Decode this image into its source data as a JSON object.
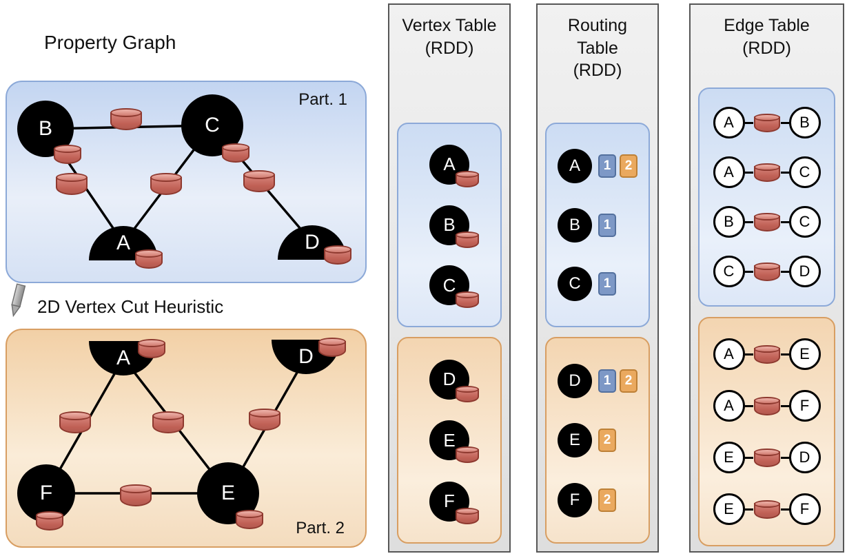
{
  "titles": {
    "property_graph": "Property Graph",
    "heuristic": "2D Vertex Cut Heuristic",
    "vertex_table_line1": "Vertex Table",
    "vertex_table_line2": "(RDD)",
    "routing_table_line1": "Routing",
    "routing_table_line2": "Table",
    "routing_table_line3": "(RDD)",
    "edge_table_line1": "Edge Table",
    "edge_table_line2": "(RDD)"
  },
  "partitions": {
    "part1_label": "Part. 1",
    "part2_label": "Part. 2"
  },
  "property_graph": {
    "part1": {
      "vertices": [
        "B",
        "C",
        "A",
        "D"
      ],
      "cut_vertices": [
        "A",
        "D"
      ],
      "edges": [
        [
          "B",
          "C"
        ],
        [
          "B",
          "A"
        ],
        [
          "C",
          "A"
        ],
        [
          "C",
          "D"
        ]
      ]
    },
    "part2": {
      "vertices": [
        "A",
        "D",
        "F",
        "E"
      ],
      "cut_vertices": [
        "A",
        "D"
      ],
      "edges": [
        [
          "A",
          "F"
        ],
        [
          "A",
          "E"
        ],
        [
          "F",
          "E"
        ],
        [
          "E",
          "D"
        ]
      ]
    }
  },
  "vertex_table": {
    "part1": [
      "A",
      "B",
      "C"
    ],
    "part2": [
      "D",
      "E",
      "F"
    ]
  },
  "routing_table": {
    "part1": [
      {
        "vertex": "A",
        "badges": [
          "1",
          "2"
        ]
      },
      {
        "vertex": "B",
        "badges": [
          "1"
        ]
      },
      {
        "vertex": "C",
        "badges": [
          "1"
        ]
      }
    ],
    "part2": [
      {
        "vertex": "D",
        "badges": [
          "1",
          "2"
        ]
      },
      {
        "vertex": "E",
        "badges": [
          "2"
        ]
      },
      {
        "vertex": "F",
        "badges": [
          "2"
        ]
      }
    ]
  },
  "edge_table": {
    "part1": [
      [
        "A",
        "B"
      ],
      [
        "A",
        "C"
      ],
      [
        "B",
        "C"
      ],
      [
        "C",
        "D"
      ]
    ],
    "part2": [
      [
        "A",
        "E"
      ],
      [
        "A",
        "F"
      ],
      [
        "E",
        "D"
      ],
      [
        "E",
        "F"
      ]
    ]
  },
  "colors": {
    "partition1_fill": "#CCDCF3",
    "partition1_border": "#8CA9D8",
    "partition2_fill": "#F3D5B1",
    "partition2_border": "#D89E62",
    "cylinder_fill": "#C06055",
    "cylinder_border": "#8E392F",
    "badge1_fill": "#7D98C6",
    "badge2_fill": "#EAA95F",
    "panel_bg": "#E7E7E7",
    "panel_border": "#565656"
  }
}
